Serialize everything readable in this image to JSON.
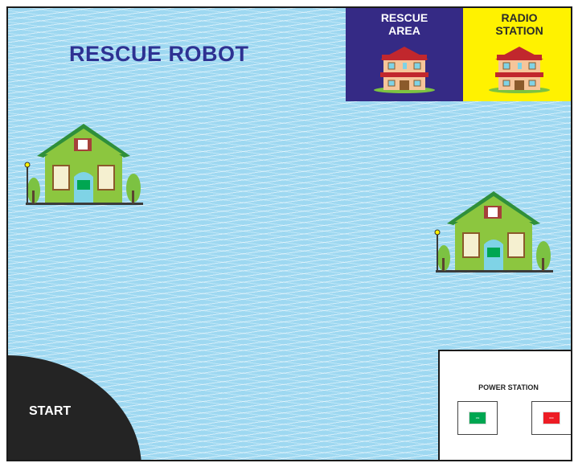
{
  "board": {
    "title": "RESCUE ROBOT",
    "zones": [
      {
        "name": "rescue-area",
        "label_line1": "RESCUE",
        "label_line2": "AREA",
        "color": "#352a85"
      },
      {
        "name": "radio-station",
        "label_line1": "RADIO",
        "label_line2": "STATION",
        "color": "#fff200"
      }
    ],
    "start_label": "START",
    "power_station": {
      "label": "POWER STATION",
      "on_label": "ON",
      "off_label": "OFF",
      "on_color": "#00a651",
      "off_color": "#ed1c24"
    },
    "colors": {
      "water": "#9ed8f1",
      "title": "#2e3192",
      "start": "#242424"
    },
    "icons": [
      "house-icon",
      "green-house-icon"
    ]
  }
}
